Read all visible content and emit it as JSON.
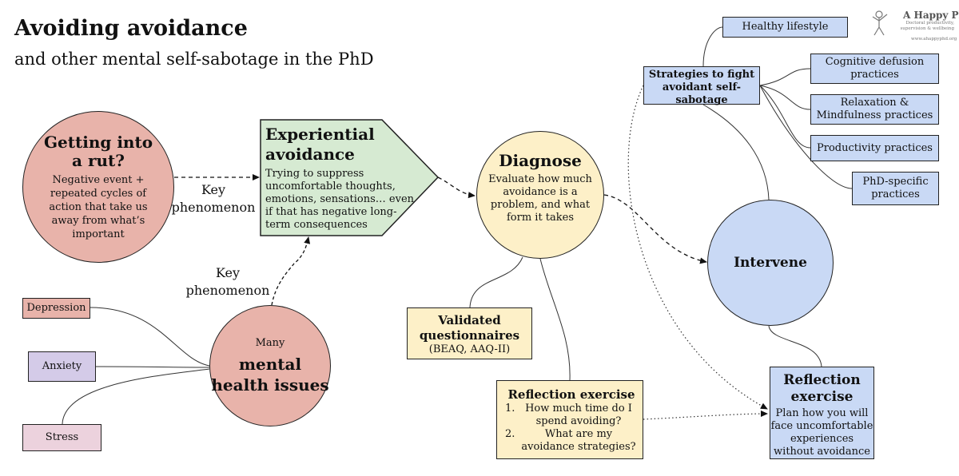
{
  "header": {
    "title": "Avoiding avoidance",
    "subtitle": "and other mental self-sabotage in the PhD"
  },
  "logo": {
    "title": "A Happy PhD",
    "tagline": "Doctoral productivity, supervision & wellbeing",
    "url": "www.ahappyphd.org",
    "figure_icon": "stick-figure-icon"
  },
  "nodes": {
    "rut": {
      "title": "Getting into a rut?",
      "body": "Negative event + repeated cycles of action that take us away from what’s important"
    },
    "experiential": {
      "title": "Experiential avoidance",
      "body": "Trying to suppress uncomfortable thoughts, emotions, sensations… even if that has negative long-term consequences"
    },
    "diagnose": {
      "title": "Diagnose",
      "body": "Evaluate how much avoidance is a problem, and what form it takes"
    },
    "intervene": {
      "title": "Intervene"
    },
    "mental_health": {
      "prefix": "Many",
      "title": "mental health issues"
    },
    "validated": {
      "title": "Validated questionnaires",
      "body": "(BEAQ, AAQ-II)"
    },
    "reflection_diagnose": {
      "title": "Reflection exercise",
      "items": [
        {
          "num": "1.",
          "text": "How much time do I spend avoiding?"
        },
        {
          "num": "2.",
          "text": "What are my avoidance strategies?"
        }
      ]
    },
    "reflection_intervene": {
      "title": "Reflection exercise",
      "body": "Plan how you will face uncomfortable experiences without avoidance"
    },
    "strategies": {
      "title": "Strategies to fight avoidant self-sabotage"
    },
    "strategy_items": {
      "healthy": "Healthy lifestyle",
      "cognitive": "Cognitive defusion practices",
      "relaxation": "Relaxation & Mindfulness practices",
      "productivity": "Productivity practices",
      "phd": "PhD-specific practices"
    },
    "issues": {
      "depression": "Depression",
      "anxiety": "Anxiety",
      "stress": "Stress"
    }
  },
  "edge_labels": {
    "rut_to_experiential": "Key phenomenon",
    "mental_health_to_experiential": "Key phenomenon"
  },
  "colors": {
    "red_fill": "#e8b3aa",
    "green_fill": "#d6ead2",
    "yellow_fill": "#fdf0c8",
    "blue_fill": "#c9d9f5",
    "lavender_fill": "#d4cbe8",
    "pink_fill": "#ecd2dd",
    "stroke": "#222222"
  }
}
